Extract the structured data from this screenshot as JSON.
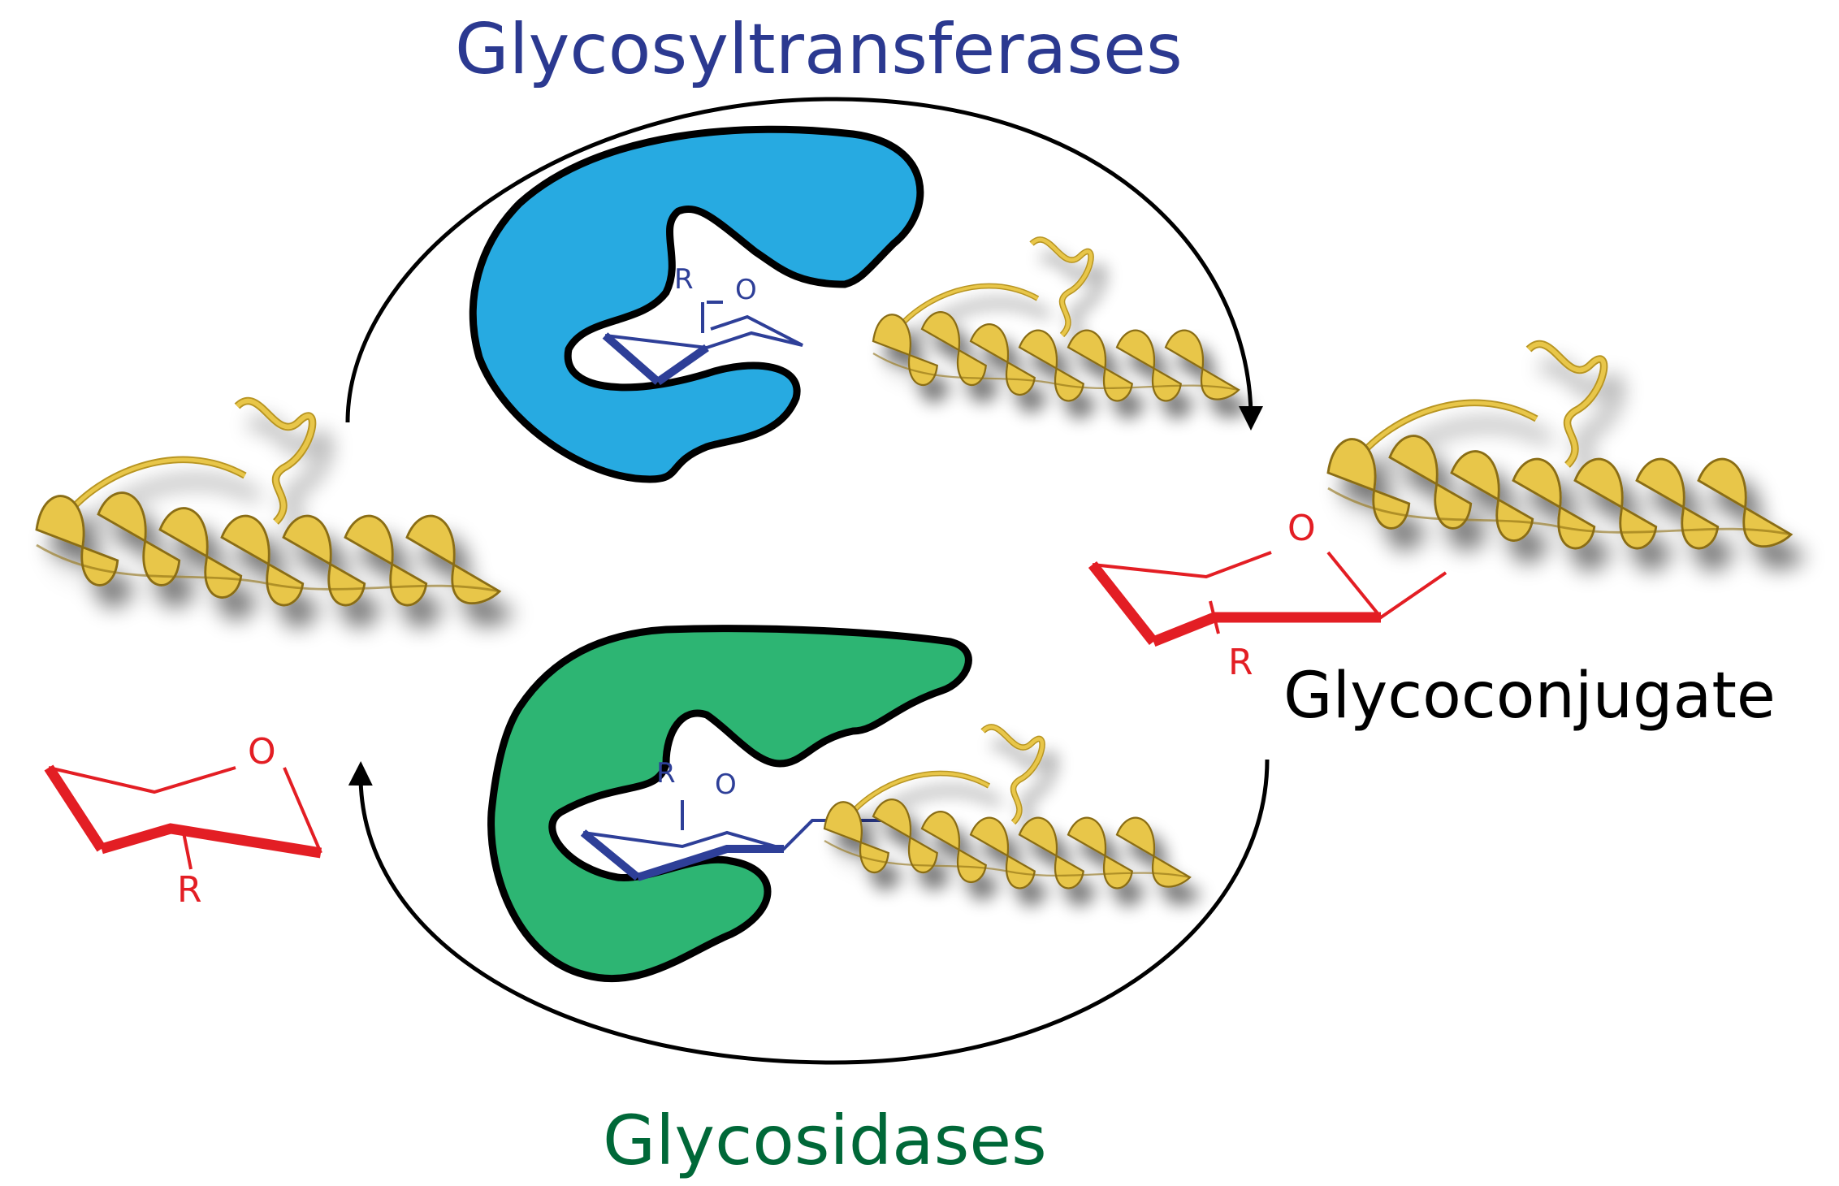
{
  "labels": {
    "glycosyltransferases": "Glycosyltransferases",
    "glycoconjugate": "Glycoconjugate",
    "glycosidases": "Glycosidases"
  },
  "ring_atoms": {
    "oxygen": "O",
    "substituent": "R"
  },
  "colors": {
    "glycosyltransferase_label": "#2b3990",
    "glycosidase_label": "#006838",
    "glycoconjugate_label": "#000000",
    "enzyme_blue": "#27aae1",
    "enzyme_green": "#2db573",
    "sugar_red": "#e31e24",
    "sugar_blue": "#2e3f98",
    "protein_gold": "#e8c64a",
    "arrow": "#000000"
  },
  "icons": [
    "enzyme-pocket",
    "protein-helix",
    "pyranose-ring",
    "cycle-arrow"
  ]
}
